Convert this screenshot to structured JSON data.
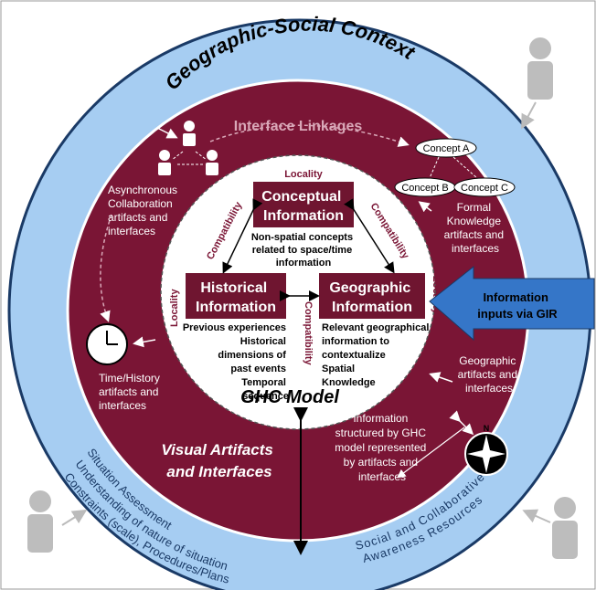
{
  "outer_title": "Geographic-Social Context",
  "interface_linkages": "Interface Linkages",
  "collab_label": [
    "Asynchronous",
    "Collaboration",
    "artifacts and",
    "interfaces"
  ],
  "concepts": {
    "a": "Concept A",
    "b": "Concept B",
    "c": "Concept C"
  },
  "formal_label": [
    "Formal",
    "Knowledge",
    "artifacts and",
    "interfaces"
  ],
  "locality": "Locality",
  "compatibility": "Compatibility",
  "conceptual": {
    "title": [
      "Conceptual",
      "Information"
    ],
    "desc": [
      "Non-spatial concepts",
      "related to space/time",
      "information"
    ]
  },
  "historical": {
    "title": [
      "Historical",
      "Information"
    ],
    "desc": [
      "Previous experiences",
      "Historical",
      "dimensions of",
      "past events",
      "Temporal",
      "sequence"
    ]
  },
  "geographic": {
    "title": [
      "Geographic",
      "Information"
    ],
    "desc": [
      "Relevant geographical",
      "information to",
      "contextualize",
      "Spatial",
      "Knowledge"
    ]
  },
  "gir_arrow": [
    "Information",
    "inputs via GIR"
  ],
  "time_label": [
    "Time/History",
    "artifacts and",
    "interfaces"
  ],
  "geo_artifacts_label": [
    "Geographic",
    "artifacts and",
    "interfaces"
  ],
  "model_label": "GHC Model",
  "visual_label": [
    "Visual Artifacts",
    "and Interfaces"
  ],
  "structured_label": [
    "Information",
    "structured by GHC",
    "model represented",
    "by artifacts and",
    "interfaces"
  ],
  "situation_lines": [
    "Situation Assessment",
    "Understanding of nature of situation",
    "Constraints (scale), Procedures/Plans"
  ],
  "social_lines": [
    "Social and Collaborative",
    "Awareness Resources"
  ],
  "colors": {
    "ring": "#a6cdf2",
    "maroon": "#7a1535",
    "box": "#6f1530",
    "gir": "#3576c8",
    "text_outer": "#1a3a66"
  }
}
